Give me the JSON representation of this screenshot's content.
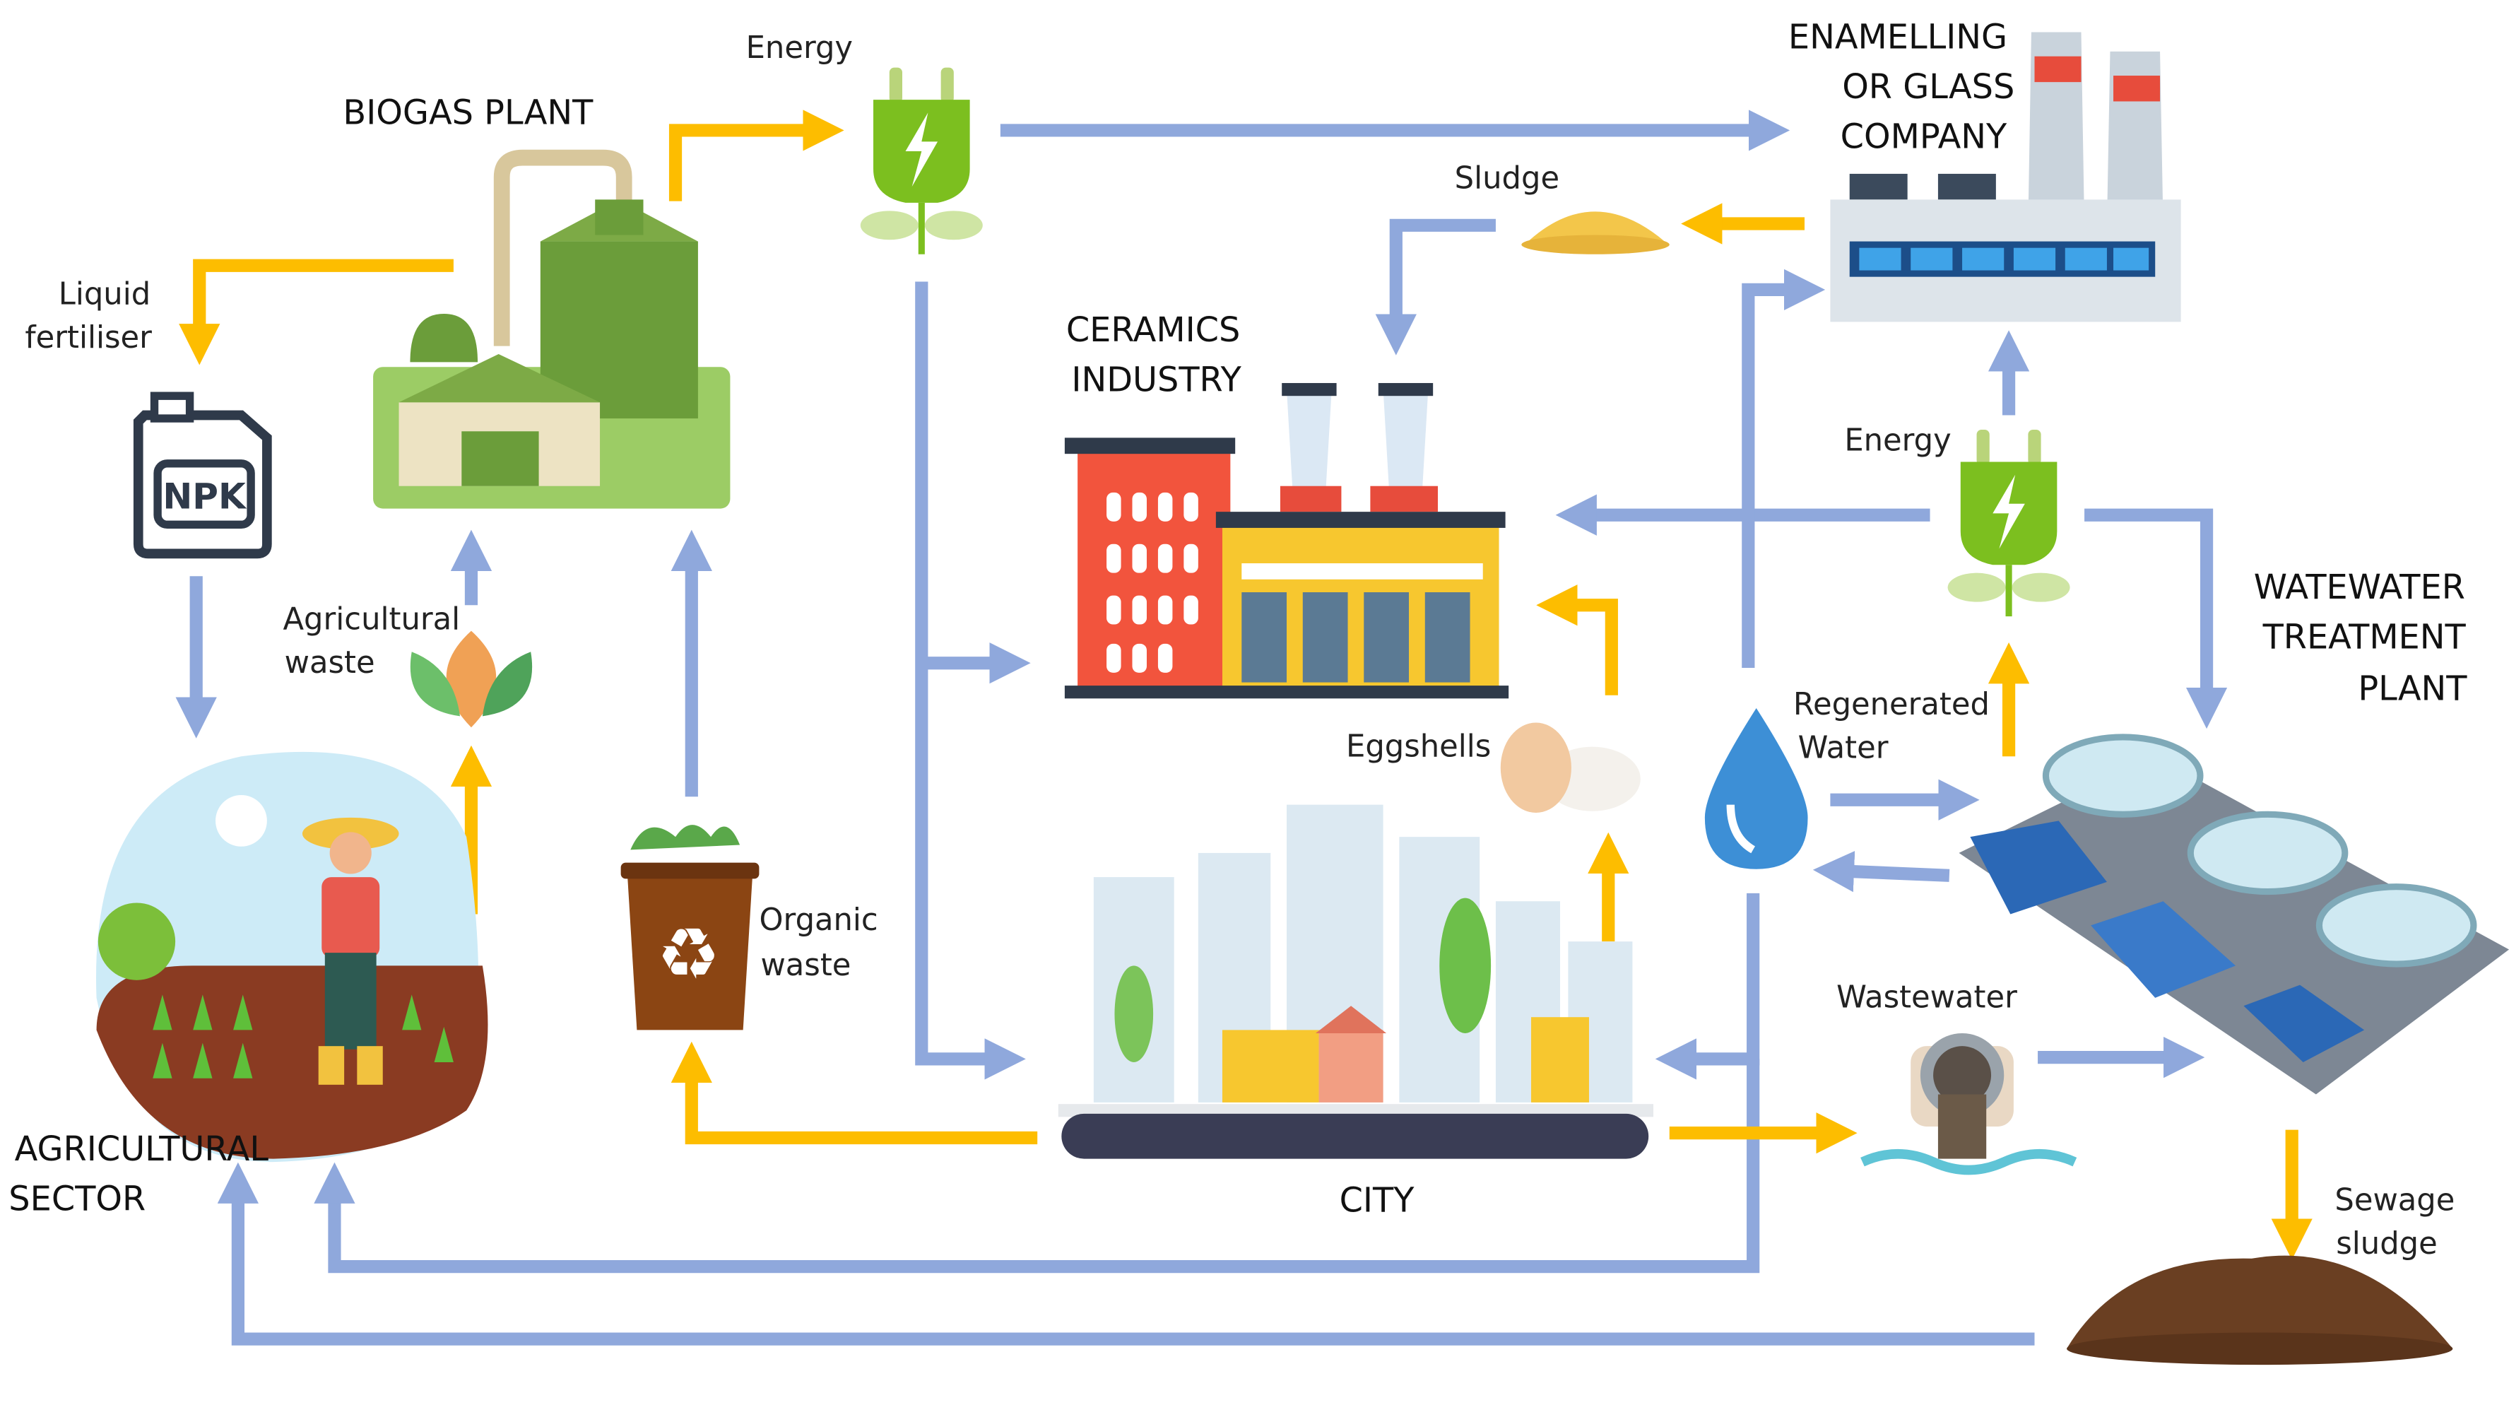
{
  "labels": {
    "energy_top": "Energy",
    "biogas_plant": "BIOGAS PLANT",
    "enamelling_1": "ENAMELLING",
    "enamelling_2": "OR GLASS",
    "enamelling_3": "COMPANY",
    "liquid_1": "Liquid",
    "liquid_2": "fertiliser",
    "npk": "NPK",
    "sludge": "Sludge",
    "ceramics_1": "CERAMICS",
    "ceramics_2": "INDUSTRY",
    "energy_right": "Energy",
    "agri_waste_1": "Agricultural",
    "agri_waste_2": "waste",
    "wwtp_1": "WATEWATER",
    "wwtp_2": "TREATMENT",
    "wwtp_3": "PLANT",
    "regen_1": "Regenerated",
    "regen_2": "Water",
    "eggshells": "Eggshells",
    "organic_1": "Organic",
    "organic_2": "waste",
    "wastewater": "Wastewater",
    "agri_sector_1": "AGRICULTURAL",
    "agri_sector_2": "SECTOR",
    "city": "CITY",
    "sewage_1": "Sewage",
    "sewage_2": "sludge"
  },
  "colors": {
    "blue_flow": "#8fa8dc",
    "yellow_flow": "#fdbd00",
    "green_energy": "#7cbf1f",
    "biogas_green": "#6b9d3a"
  },
  "icons": [
    "energy-plug-icon",
    "biogas-plant-icon",
    "factory-icon",
    "fertiliser-can-icon",
    "sludge-pile-icon",
    "ceramics-factory-icon",
    "leaves-icon",
    "water-drop-icon",
    "wwtp-icon",
    "eggs-icon",
    "organic-bin-icon",
    "drain-pipe-icon",
    "farmer-icon",
    "city-icon",
    "soil-pile-icon"
  ]
}
